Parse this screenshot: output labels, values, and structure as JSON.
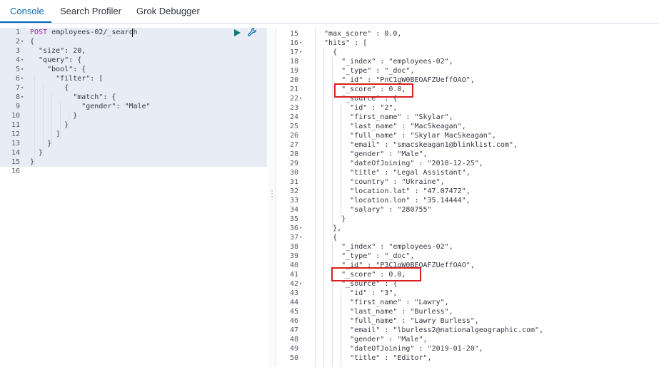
{
  "tabs": [
    {
      "label": "Console",
      "active": true
    },
    {
      "label": "Search Profiler",
      "active": false
    },
    {
      "label": "Grok Debugger",
      "active": false
    }
  ],
  "request_editor": {
    "method": "POST",
    "path": "employees-02/_search",
    "lines": [
      {
        "n": "1",
        "text": ""
      },
      {
        "n": "2",
        "text": "{"
      },
      {
        "n": "3",
        "text": "  \"size\": 20,"
      },
      {
        "n": "4",
        "text": "  \"query\": {"
      },
      {
        "n": "5",
        "text": "    \"bool\": {"
      },
      {
        "n": "6",
        "text": "      \"filter\": ["
      },
      {
        "n": "7",
        "text": "        {"
      },
      {
        "n": "8",
        "text": "          \"match\": {"
      },
      {
        "n": "9",
        "text": "            \"gender\": \"Male\""
      },
      {
        "n": "10",
        "text": "          }"
      },
      {
        "n": "11",
        "text": "        }"
      },
      {
        "n": "12",
        "text": "      ]"
      },
      {
        "n": "13",
        "text": "    }"
      },
      {
        "n": "14",
        "text": "  }"
      },
      {
        "n": "15",
        "text": "}"
      },
      {
        "n": "16",
        "text": ""
      }
    ],
    "fold_lines": [
      "2",
      "4",
      "5",
      "6",
      "7",
      "8"
    ]
  },
  "response": {
    "lines": [
      {
        "n": "15",
        "text": "  \"max_score\" : 0.0,"
      },
      {
        "n": "16",
        "text": "  \"hits\" : ["
      },
      {
        "n": "17",
        "text": "    {"
      },
      {
        "n": "18",
        "text": "      \"_index\" : \"employees-02\","
      },
      {
        "n": "19",
        "text": "      \"_type\" : \"_doc\","
      },
      {
        "n": "20",
        "text": "      \"_id\" : \"PnC1gW0BEOAFZUeffOAO\","
      },
      {
        "n": "21",
        "text": "      \"_score\" : 0.0,"
      },
      {
        "n": "22",
        "text": "      \"_source\" : {"
      },
      {
        "n": "23",
        "text": "        \"id\" : \"2\","
      },
      {
        "n": "24",
        "text": "        \"first_name\" : \"Skylar\","
      },
      {
        "n": "25",
        "text": "        \"last_name\" : \"MacSkeagan\","
      },
      {
        "n": "26",
        "text": "        \"full_name\" : \"Skylar MacSkeagan\","
      },
      {
        "n": "27",
        "text": "        \"email\" : \"smacskeagan1@blinklist.com\","
      },
      {
        "n": "28",
        "text": "        \"gender\" : \"Male\","
      },
      {
        "n": "29",
        "text": "        \"dateOfJoining\" : \"2018-12-25\","
      },
      {
        "n": "30",
        "text": "        \"title\" : \"Legal Assistant\","
      },
      {
        "n": "31",
        "text": "        \"country\" : \"Ukraine\","
      },
      {
        "n": "32",
        "text": "        \"location.lat\" : \"47.07472\","
      },
      {
        "n": "33",
        "text": "        \"location.lon\" : \"35.14444\","
      },
      {
        "n": "34",
        "text": "        \"salary\" : \"280755\""
      },
      {
        "n": "35",
        "text": "      }"
      },
      {
        "n": "36",
        "text": "    },"
      },
      {
        "n": "37",
        "text": "    {"
      },
      {
        "n": "38",
        "text": "      \"_index\" : \"employees-02\","
      },
      {
        "n": "39",
        "text": "      \"_type\" : \"_doc\","
      },
      {
        "n": "40",
        "text": "      \"_id\" : \"P3C1gW0BEOAFZUeffOAO\","
      },
      {
        "n": "41",
        "text": "      \"_score\" : 0.0,"
      },
      {
        "n": "42",
        "text": "      \"_source\" : {"
      },
      {
        "n": "43",
        "text": "        \"id\" : \"3\","
      },
      {
        "n": "44",
        "text": "        \"first_name\" : \"Lawry\","
      },
      {
        "n": "45",
        "text": "        \"last_name\" : \"Burless\","
      },
      {
        "n": "46",
        "text": "        \"full_name\" : \"Lawry Burless\","
      },
      {
        "n": "47",
        "text": "        \"email\" : \"lburless2@nationalgeographic.com\","
      },
      {
        "n": "48",
        "text": "        \"gender\" : \"Male\","
      },
      {
        "n": "49",
        "text": "        \"dateOfJoining\" : \"2019-01-20\","
      },
      {
        "n": "50",
        "text": "        \"title\" : \"Editor\","
      }
    ],
    "fold_lines": [
      "16",
      "17",
      "22",
      "36",
      "37",
      "42"
    ]
  },
  "colors": {
    "accent": "#006bb4",
    "run": "#017d73",
    "highlight": "#d82020",
    "method": "#a626a4"
  },
  "icons": {
    "run": "play-icon",
    "settings": "wrench-icon"
  }
}
